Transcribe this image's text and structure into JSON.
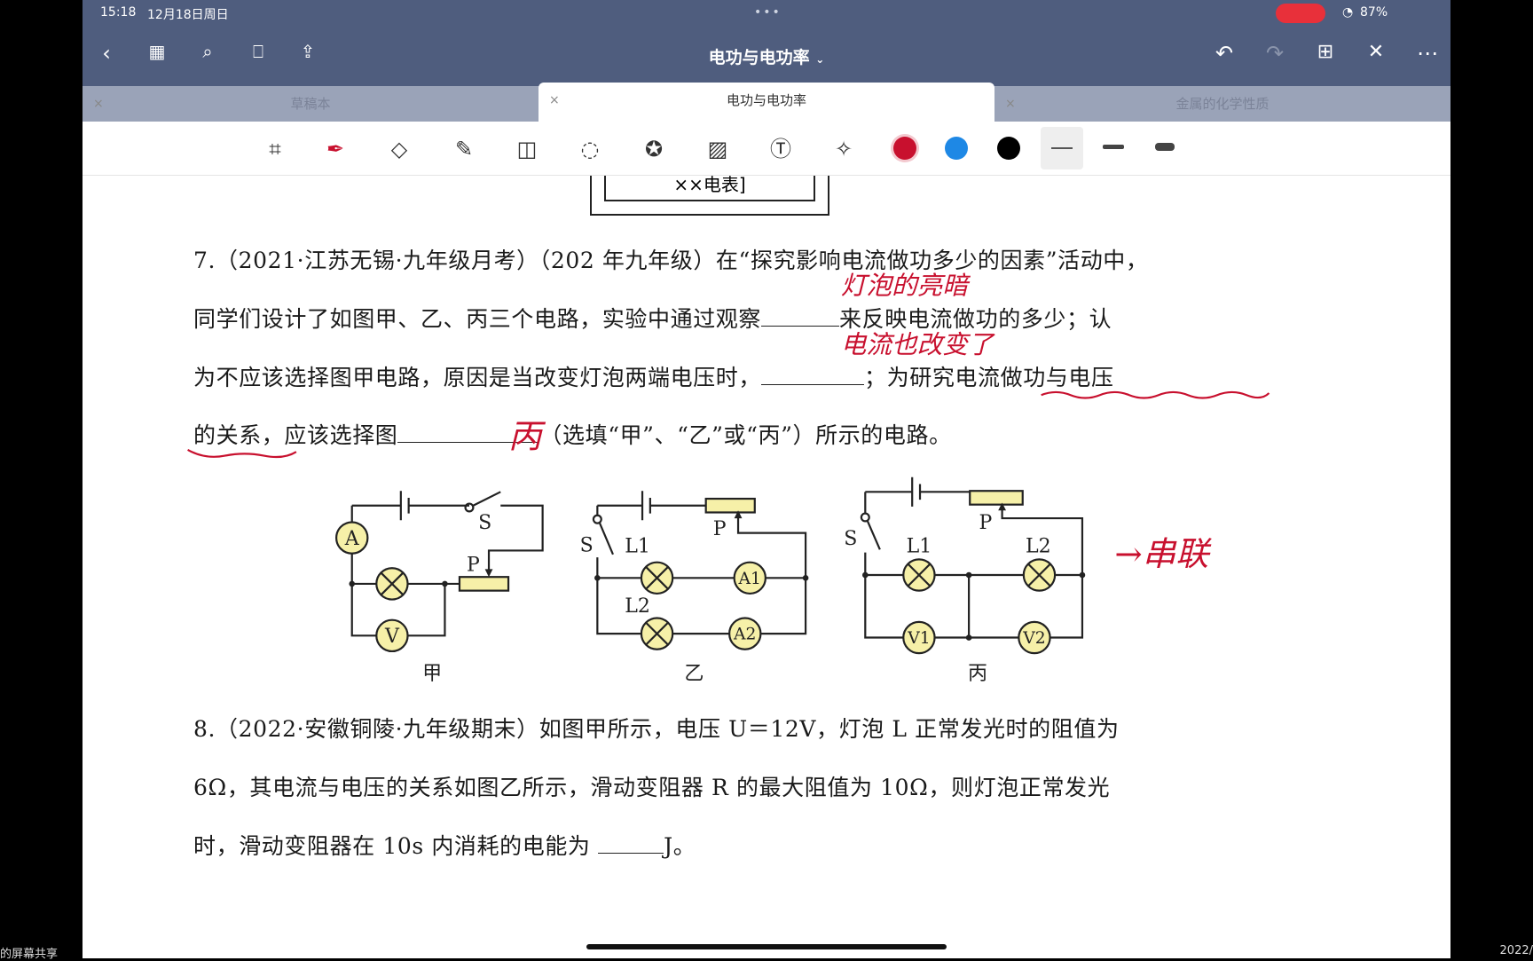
{
  "status_bar": {
    "time": "15:18",
    "date": "12月18日周日",
    "battery": "87%"
  },
  "nav": {
    "title": "电功与电功率",
    "title_chevron": "⌄"
  },
  "tabs": [
    {
      "label": "草稿本",
      "active": false
    },
    {
      "label": "电功与电功率",
      "active": true
    },
    {
      "label": "金属的化学性质",
      "active": false
    }
  ],
  "toolbar": {
    "icons": [
      "zoom-handwriting",
      "pen",
      "eraser",
      "highlighter",
      "shapes",
      "lasso",
      "sticker",
      "image",
      "text",
      "laser-pointer"
    ],
    "colors": [
      "#c8102e",
      "#1e88e5",
      "#000000"
    ],
    "selected_color": "#c8102e"
  },
  "document": {
    "top_fragment": "××电表]",
    "q7": {
      "line1": "7.（2021·江苏无锡·九年级月考）（202 年九年级）在“探究影响电流做功多少的因素”活动中，",
      "line2a": "同学们设计了如图甲、乙、丙三个电路，实验中通过观察",
      "line2b": "来反映电流做功的多少；认",
      "line3a": "为不应该选择图甲电路，原因是当改变灯泡两端电压时，",
      "line3b": "；为研究电流做功与电压",
      "line4a": "的关系，应该选择图",
      "line4b": "（选填“甲”、“乙”或“丙”）所示的电路。"
    },
    "circuits": {
      "jia": {
        "caption": "甲",
        "labels": [
          "A",
          "V",
          "S",
          "P"
        ]
      },
      "yi": {
        "caption": "乙",
        "labels": [
          "S",
          "L1",
          "P",
          "A1",
          "L2",
          "A2"
        ]
      },
      "bing": {
        "caption": "丙",
        "labels": [
          "S",
          "L1",
          "P",
          "L2",
          "V1",
          "V2"
        ]
      }
    },
    "q8": {
      "line1": "8.（2022·安徽铜陵·九年级期末）如图甲所示，电压 U＝12V，灯泡 L 正常发光时的阻值为",
      "line2": "6Ω，其电流与电压的关系如图乙所示，滑动变阻器 R 的最大阻值为 10Ω，则灯泡正常发光",
      "line3a": "时，滑动变阻器在 10s 内消耗的电能为 ",
      "line3b": "J。"
    },
    "annotations": {
      "a1": "灯泡的亮暗",
      "a2": "电流也改变了",
      "a3": "丙",
      "a4": "→串联"
    }
  },
  "footer": {
    "left": "的屏幕共享",
    "right": "2022/"
  }
}
